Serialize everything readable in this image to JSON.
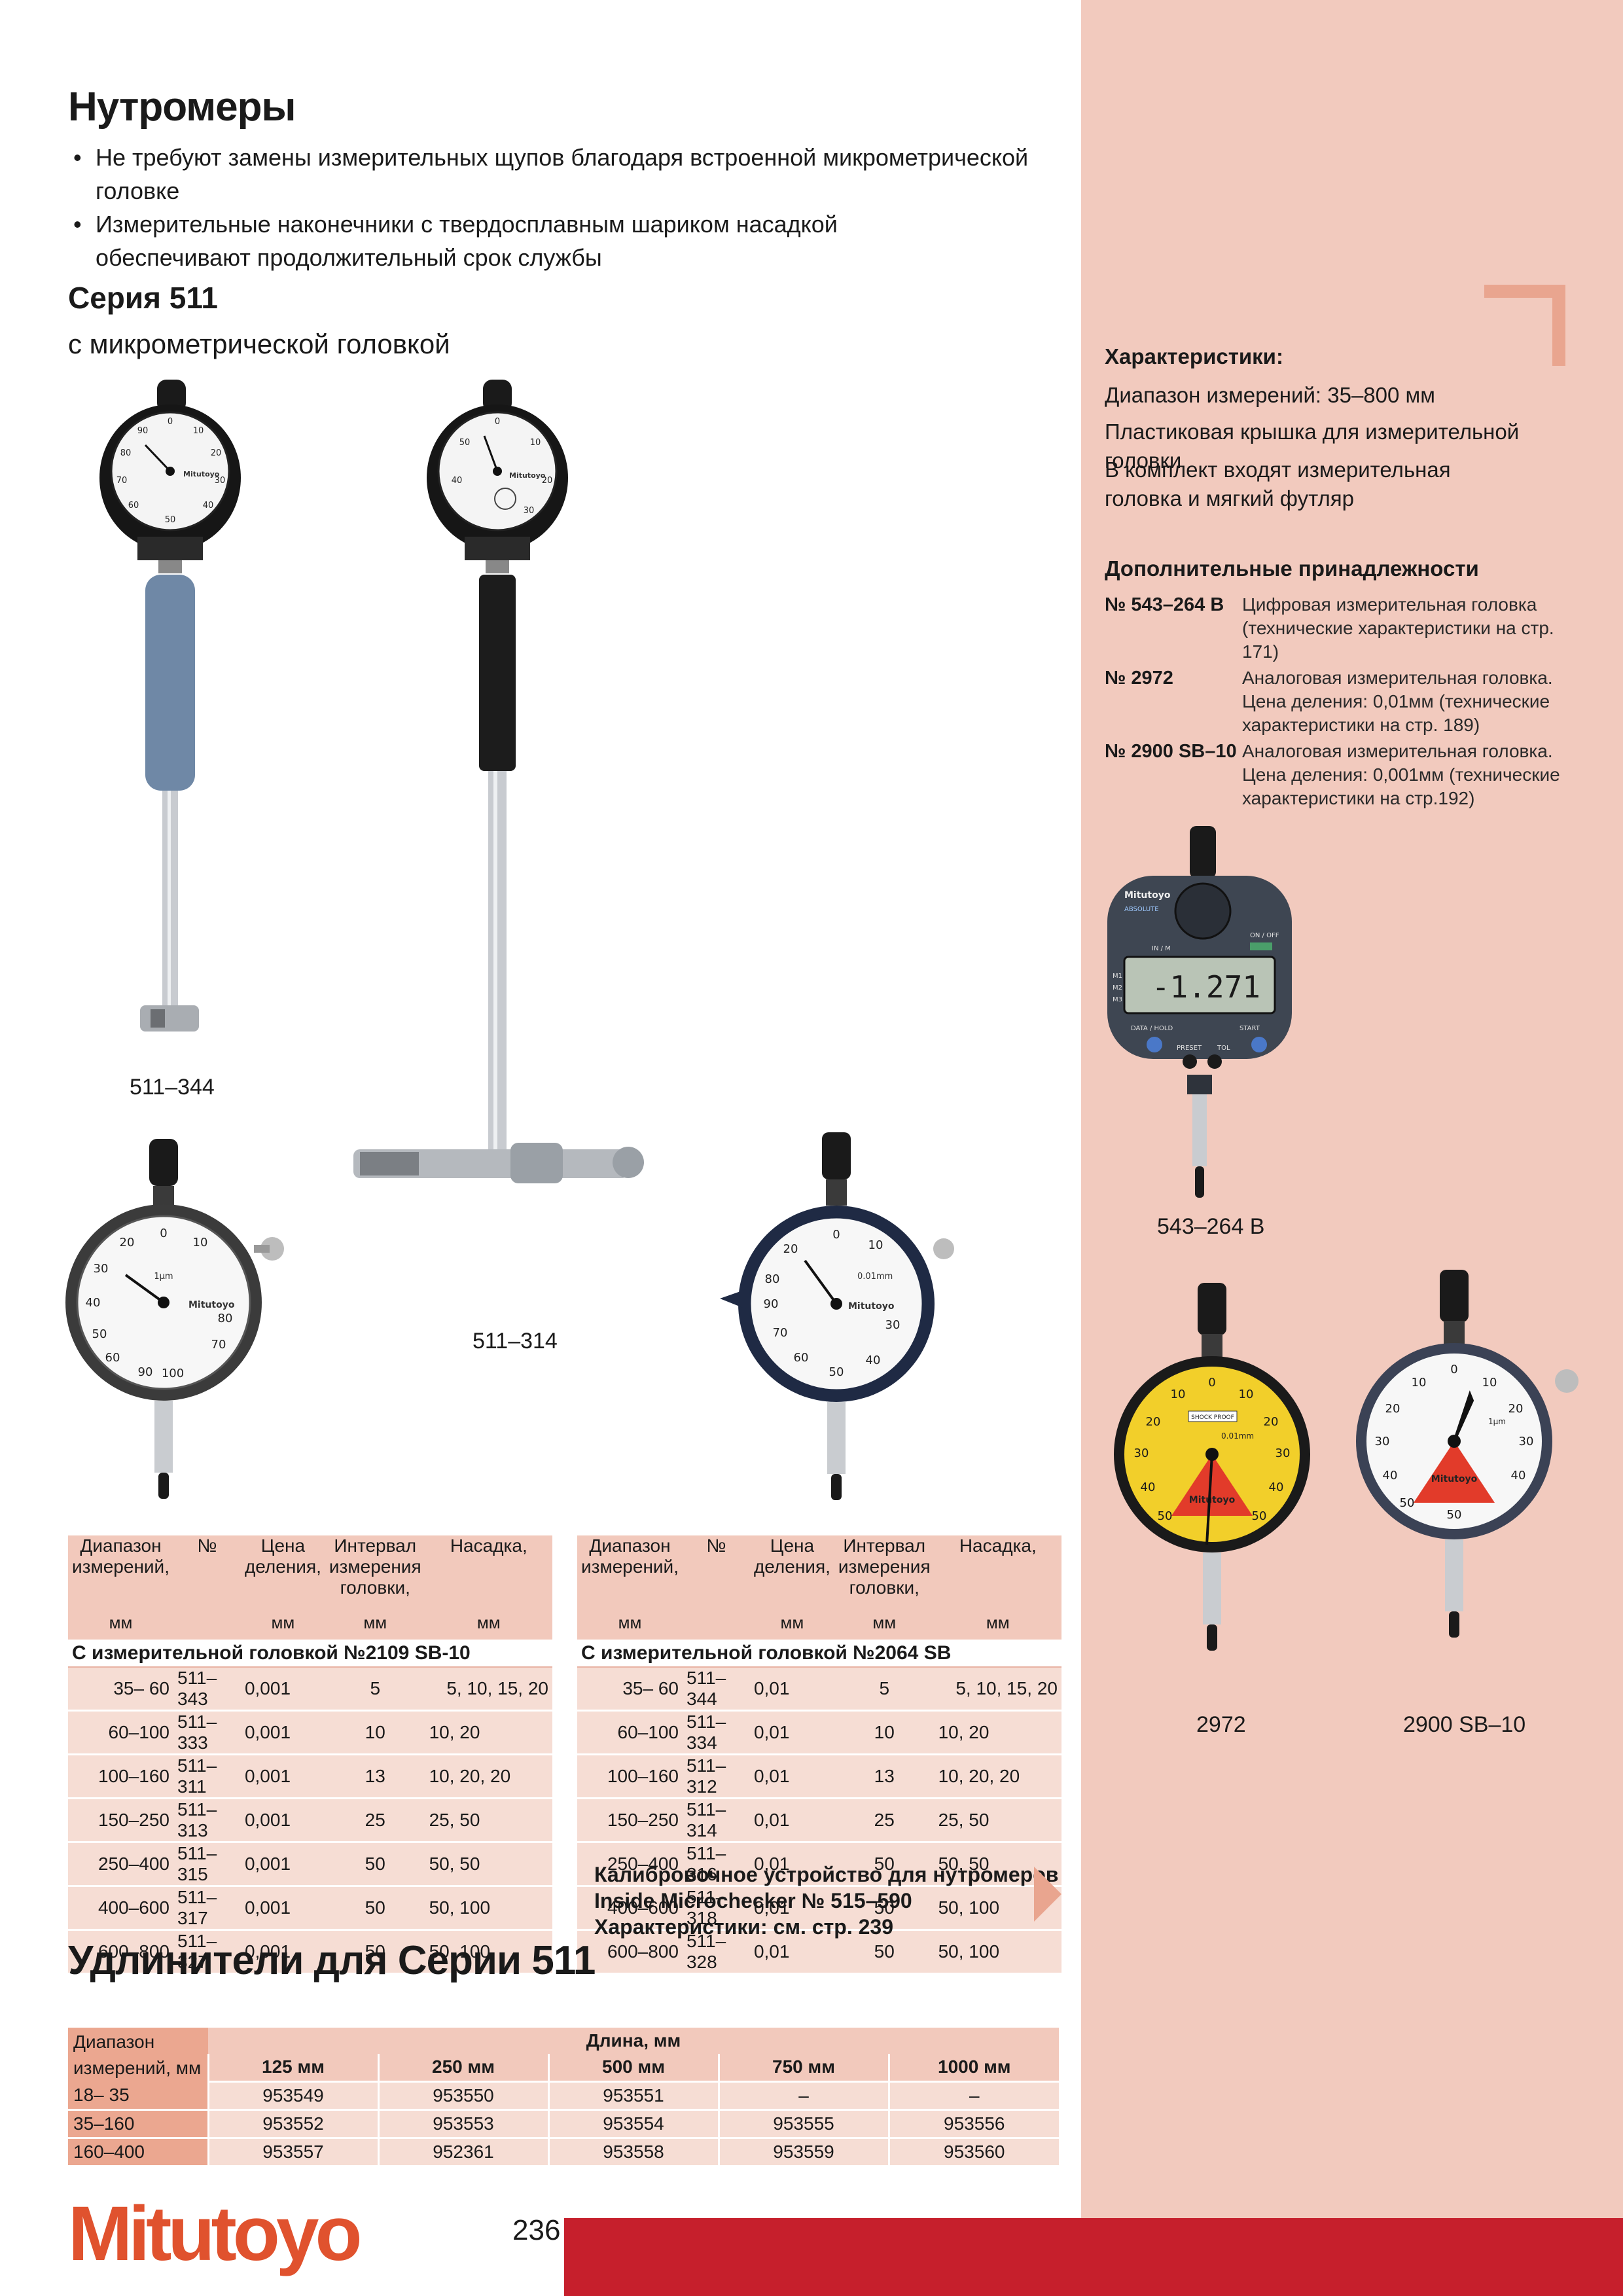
{
  "page": {
    "title": "Нутромеры",
    "bullets": [
      "Не требуют замены измерительных щупов благодаря встроенной микрометрической головке",
      "Измерительные наконечники с твердосплавным шариком насадкой обеспечивают продолжительный срок службы"
    ],
    "series_title": "Серия 511",
    "series_subtitle": "с микрометрической головкой",
    "page_number": "236",
    "logo": "Mitutoyo"
  },
  "captions": {
    "gauge_left": "511–344",
    "gauge_right": "511–314",
    "digital": "543–264 B",
    "yellow": "2972",
    "white": "2900 SB–10"
  },
  "specs": {
    "heading": "Характеристики:",
    "lines": [
      "Диапазон измерений:  35–800 мм",
      "Пластиковая крышка для измерительной головки",
      "В комплект входят измерительная головка и мягкий футляр"
    ]
  },
  "accessories": {
    "heading": "Дополнительные принадлежности",
    "items": [
      {
        "no": "№ 543–264 B",
        "desc": "Цифровая измерительная головка (технические характеристики на стр. 171)"
      },
      {
        "no": "№ 2972",
        "desc": "Аналоговая измерительная головка. Цена деления: 0,01мм (технические характеристики на стр. 189)"
      },
      {
        "no": "№ 2900 SB–10",
        "desc": "Аналоговая измерительная головка. Цена деления: 0,001мм (технические характеристики на стр.192)"
      }
    ]
  },
  "table_headers": {
    "col1": "Диапазон измерений,",
    "col2": "№",
    "col3": "Цена деления,",
    "col4": "Интервал измерения головки,",
    "col5": "Насадка,",
    "unit": "мм"
  },
  "table_left": {
    "section": "С измерительной головкой №2109 SB-10",
    "rows": [
      [
        "35–  60",
        "511–343",
        "0,001",
        "5",
        "5,  10, 15, 20"
      ],
      [
        "60–100",
        "511–333",
        "0,001",
        "10",
        "10,  20"
      ],
      [
        "100–160",
        "511–311",
        "0,001",
        "13",
        "10,  20, 20"
      ],
      [
        "150–250",
        "511–313",
        "0,001",
        "25",
        "25,  50"
      ],
      [
        "250–400",
        "511–315",
        "0,001",
        "50",
        "50,  50"
      ],
      [
        "400–600",
        "511–317",
        "0,001",
        "50",
        "50, 100"
      ],
      [
        "600–800",
        "511–327",
        "0,001",
        "50",
        "50, 100"
      ]
    ]
  },
  "table_right": {
    "section": "С измерительной головкой №2064 SB",
    "rows": [
      [
        "35–  60",
        "511–344",
        "0,01",
        "5",
        "5,  10, 15, 20"
      ],
      [
        "60–100",
        "511–334",
        "0,01",
        "10",
        "10,  20"
      ],
      [
        "100–160",
        "511–312",
        "0,01",
        "13",
        "10,  20, 20"
      ],
      [
        "150–250",
        "511–314",
        "0,01",
        "25",
        "25,  50"
      ],
      [
        "250–400",
        "511–316",
        "0,01",
        "50",
        "50,  50"
      ],
      [
        "400–600",
        "511–318",
        "0,01",
        "50",
        "50, 100"
      ],
      [
        "600–800",
        "511–328",
        "0,01",
        "50",
        "50, 100"
      ]
    ]
  },
  "calibration": {
    "line1": "Калибровочное устройство для нутромеров",
    "line2": "Inside Microchecker № 515–590",
    "line3": "Характеристики: см. стр. 239"
  },
  "extensions": {
    "title": "Удлинители для Серии 511",
    "range_header": "Диапазон измерений, мм",
    "length_header": "Длина, мм",
    "lengths": [
      "125 мм",
      "250 мм",
      "500 мм",
      "750 мм",
      "1000 мм"
    ],
    "rows": [
      [
        "18–  35",
        "953549",
        "953550",
        "953551",
        "–",
        "–"
      ],
      [
        "35–160",
        "953552",
        "953553",
        "953554",
        "953555",
        "953556"
      ],
      [
        "160–400",
        "953557",
        "952361",
        "953558",
        "953559",
        "953560"
      ]
    ]
  },
  "dials": {
    "left_small": {
      "brand": "Mitutoyo",
      "marks": [
        "0",
        "10",
        "20",
        "30",
        "40",
        "50",
        "60",
        "70",
        "80",
        "90"
      ]
    },
    "right_small": {
      "brand": "Mitutoyo",
      "marks": [
        "0",
        "10",
        "20",
        "30",
        "40",
        "50"
      ]
    },
    "bottom_left": {
      "brand": "Mitutoyo",
      "resolution": "1µm",
      "marks": [
        "0",
        "10",
        "20",
        "30",
        "40",
        "50",
        "60",
        "70",
        "80",
        "90",
        "100"
      ]
    },
    "bottom_right": {
      "brand": "Mitutoyo",
      "resolution": "0.01mm",
      "marks": [
        "0",
        "10",
        "20",
        "30",
        "40",
        "50",
        "60",
        "70",
        "80",
        "90"
      ]
    },
    "digital": {
      "brand": "Mitutoyo",
      "badge": "ABSOLUTE",
      "reading": "-1.271",
      "btn_onoff": "ON / OFF",
      "btn_data": "DATA / HOLD",
      "btn_start": "START",
      "btn_preset": "PRESET",
      "btn_tol": "TOL",
      "m_labels": [
        "M1",
        "M2",
        "M3"
      ],
      "mode": "IN / M"
    },
    "yellow": {
      "brand": "Mitutoyo",
      "resolution": "0.01mm",
      "badge": "SHOCK PROOF",
      "marks": [
        "0",
        "10",
        "20",
        "30",
        "40",
        "50",
        "10",
        "20",
        "30",
        "40",
        "50"
      ]
    },
    "white": {
      "brand": "Mitutoyo",
      "resolution": "1µm",
      "marks": [
        "0",
        "10",
        "20",
        "30",
        "40",
        "50",
        "10",
        "20",
        "30",
        "40",
        "50"
      ]
    }
  },
  "colors": {
    "sidebar": "#f2cabe",
    "table_header": "#f2c9bc",
    "table_row": "#f6ddd4",
    "accent_red": "#c61f2c",
    "logo_orange": "#e0522e",
    "arrow": "#e9a58f"
  }
}
